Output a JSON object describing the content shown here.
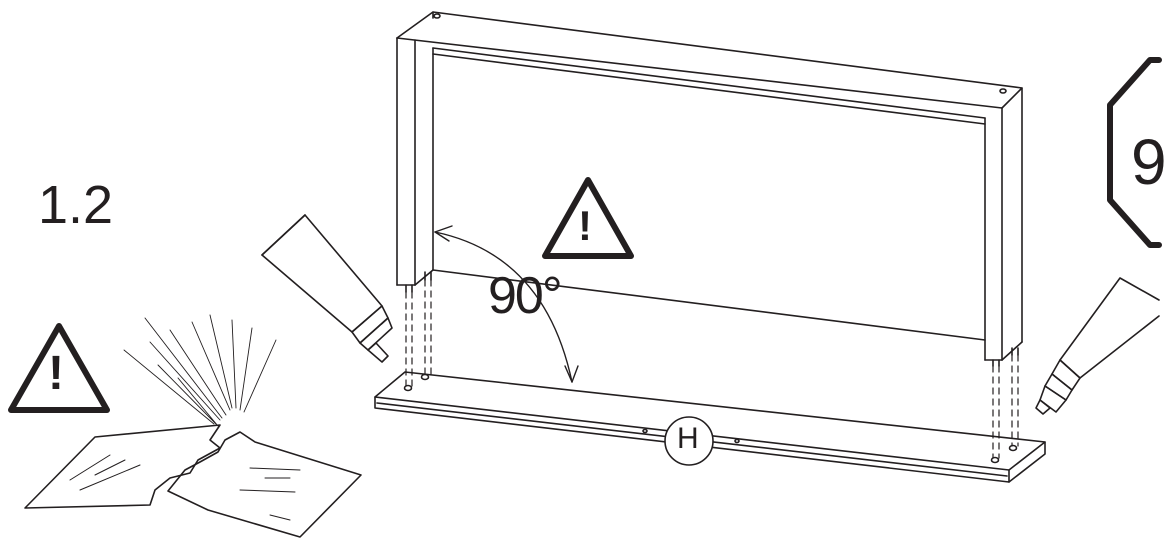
{
  "step": {
    "number": "1.2"
  },
  "angle": {
    "text": "90°"
  },
  "part": {
    "label": "H"
  },
  "octagon": {
    "label": "9"
  },
  "warnings": [
    {
      "symbol": "!"
    },
    {
      "symbol": "!"
    }
  ],
  "colors": {
    "ink": "#231f20",
    "background": "#ffffff"
  }
}
